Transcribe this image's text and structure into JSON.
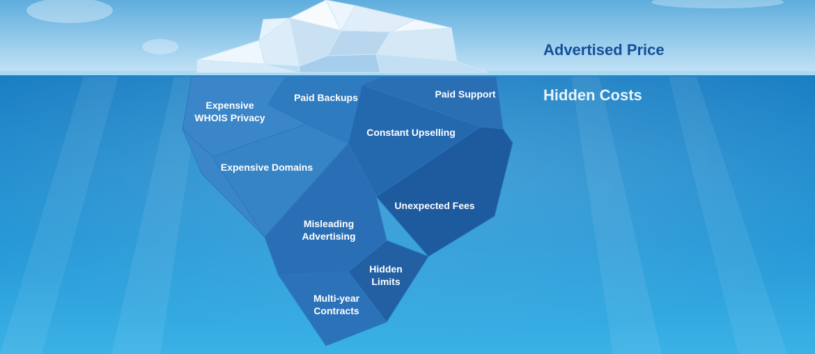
{
  "headings": {
    "above": "Advertised Price",
    "below": "Hidden Costs"
  },
  "costs": [
    {
      "label": "Expensive\nWHOIS Privacy"
    },
    {
      "label": "Paid Backups"
    },
    {
      "label": "Paid Support"
    },
    {
      "label": "Constant Upselling"
    },
    {
      "label": "Expensive Domains"
    },
    {
      "label": "Unexpected Fees"
    },
    {
      "label": "Misleading\nAdvertising"
    },
    {
      "label": "Hidden\nLimits"
    },
    {
      "label": "Multi-year\nContracts"
    }
  ],
  "colors": {
    "sky_top": "#6ab2df",
    "sky_bottom": "#bfe0f5",
    "water_top": "#1b7fc4",
    "water_bottom": "#35aee3",
    "heading_above": "#11509a",
    "heading_below": "#e8f4fc"
  }
}
